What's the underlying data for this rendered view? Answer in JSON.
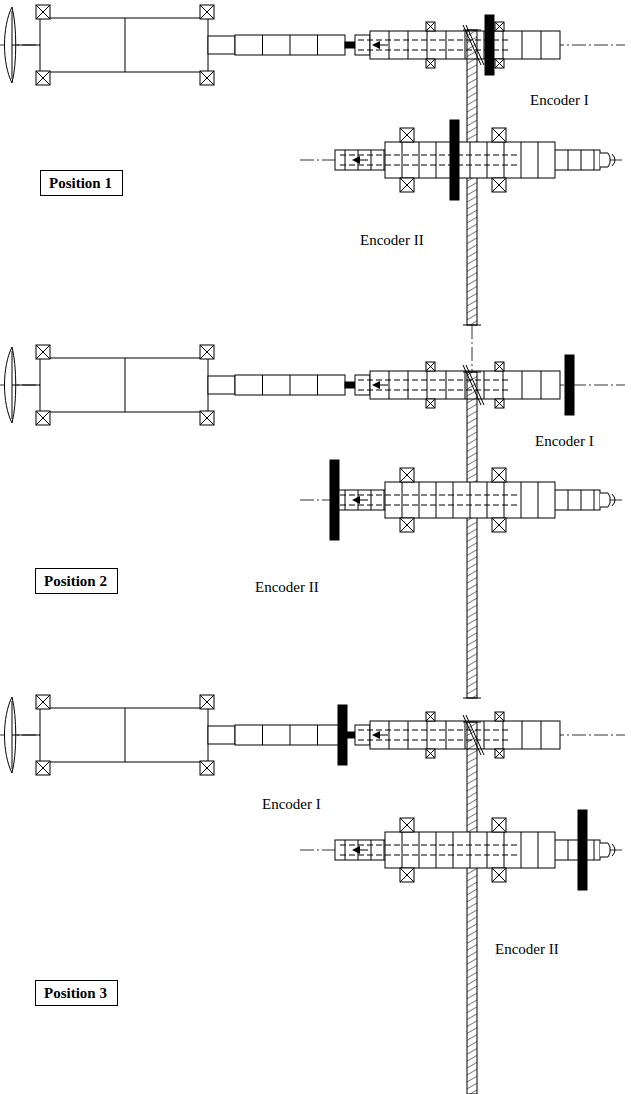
{
  "diagram": {
    "nodes": [
      {
        "text": [
          "Position 1"
        ]
      },
      {
        "text": [
          "Position 2"
        ]
      },
      {
        "text": [
          "Position 3"
        ]
      }
    ],
    "labels": [
      "Encoder I",
      "Encoder II",
      "Encoder I",
      "Encoder II",
      "Encoder I",
      "Encoder II"
    ]
  }
}
